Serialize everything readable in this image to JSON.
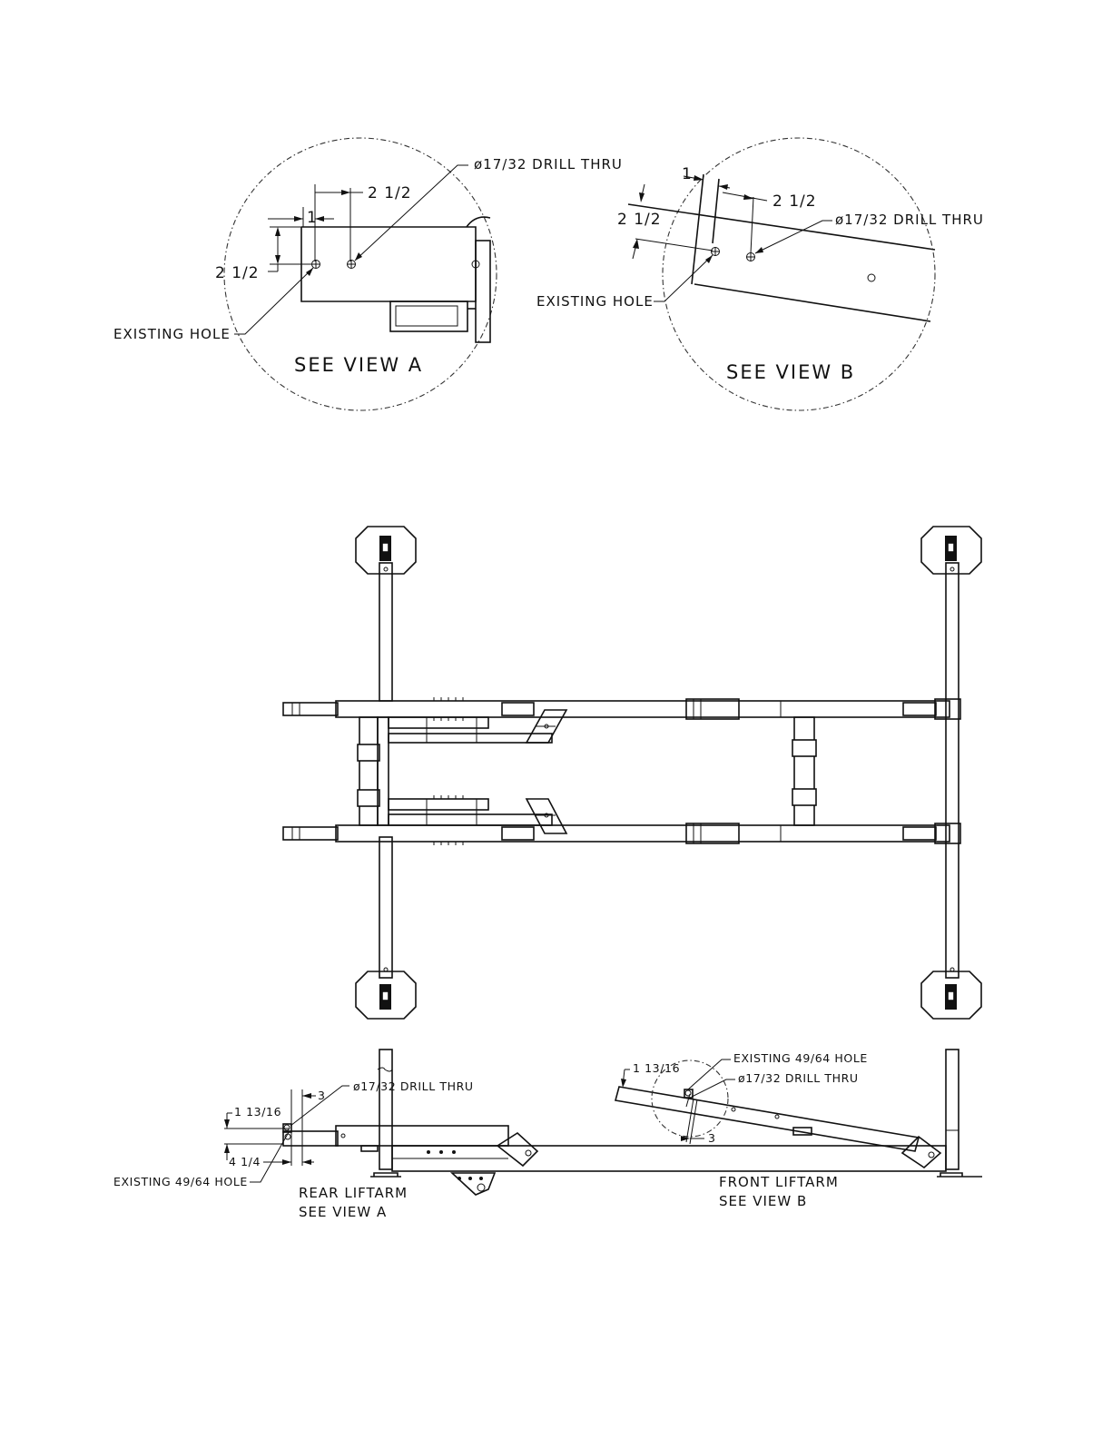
{
  "detail_a": {
    "drill_callout": "ø17/32 DRILL THRU",
    "dim_offset_1": "1",
    "dim_offset_2": "2 1/2",
    "dim_vertical": "2 1/2",
    "existing_hole": "EXISTING HOLE",
    "see_view": "SEE VIEW A"
  },
  "detail_b": {
    "drill_callout": "ø17/32 DRILL THRU",
    "dim_offset_1": "1",
    "dim_offset_2": "2 1/2",
    "dim_vertical": "2 1/2",
    "existing_hole": "EXISTING HOLE",
    "see_view": "SEE VIEW B"
  },
  "side_view": {
    "rear": {
      "drill_callout": "ø17/32 DRILL THRU",
      "dim_height": "1 13/16",
      "dim_offset": "3",
      "dim_length": "4 1/4",
      "existing_hole": "EXISTING 49/64 HOLE",
      "label_line1": "REAR LIFTARM",
      "label_line2": "SEE VIEW A"
    },
    "front": {
      "existing_hole": "EXISTING 49/64 HOLE",
      "drill_callout": "ø17/32 DRILL THRU",
      "dim_height": "1 13/16",
      "dim_offset": "3",
      "label_line1": "FRONT LIFTARM",
      "label_line2": "SEE VIEW B"
    }
  }
}
